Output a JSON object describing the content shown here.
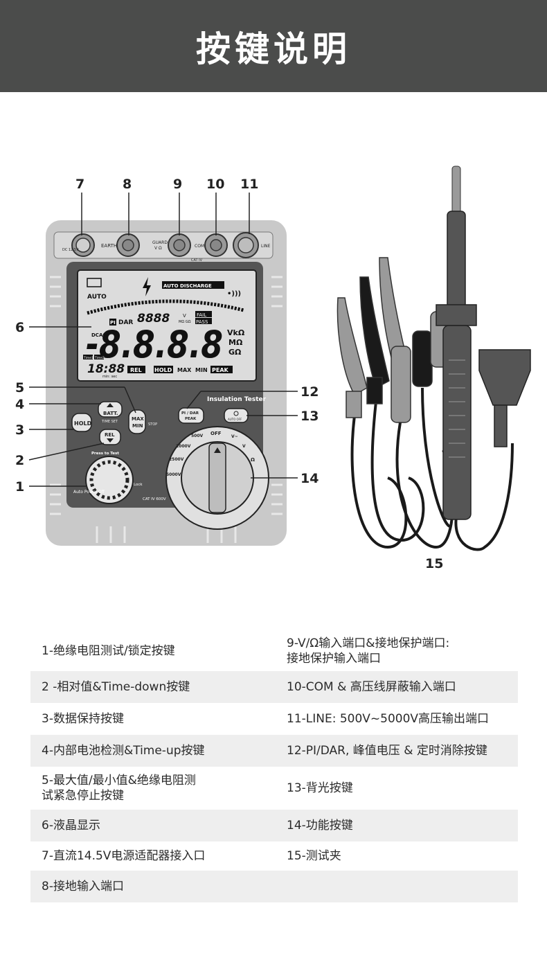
{
  "header": {
    "title": "按键说明"
  },
  "device": {
    "callout_numbers": [
      "1",
      "2",
      "3",
      "4",
      "5",
      "6",
      "7",
      "8",
      "9",
      "10",
      "11",
      "12",
      "13",
      "14",
      "15"
    ],
    "terminals": {
      "dc_label": "DC 12.5V",
      "earth": "EARTH",
      "guard": "GUARD",
      "v_ohm": "V Ω",
      "com": "COM",
      "line": "LINE",
      "cat": "CAT IV",
      "cat_volt": "600V"
    },
    "lcd": {
      "auto": "AUTO",
      "auto_discharge": "AUTO DISCHARGE",
      "pi": "PI",
      "dar": "DAR",
      "small_digits": "8888",
      "small_unit": "V",
      "small_unit2": "MΩ GΩ",
      "fail": "FAIL",
      "pass": "PASS",
      "dc": "DC",
      "ac": "AC",
      "big_digits": "-8.8.8.8",
      "unit_vk": "VkΩ",
      "unit_m": "MΩ",
      "unit_g": "GΩ",
      "time1": "Time1",
      "time2": "Time2",
      "clock": "18:88",
      "clock_unit": "min: sec",
      "rel": "REL",
      "hold": "HOLD",
      "max": "MAX",
      "min": "MIN",
      "peak": "PEAK"
    },
    "buttons": {
      "batt": "BATT.",
      "time_set": "TIME SET",
      "hold": "HOLD",
      "rel": "REL",
      "max": "MAX",
      "min": "MIN",
      "stop": "STOP",
      "pi_dar": "PI / DAR",
      "peak": "PEAK",
      "auto_off": "AUTO OFF",
      "press_to_test": "Press to Test",
      "lock": "Lock",
      "auto_power_off": "Auto\nPower\nOff",
      "cat_iv": "CAT IV 600V"
    },
    "brand_label": "Insulation Tester",
    "dial": {
      "off": "OFF",
      "v500": "500V",
      "v1000": "1000V",
      "v2500": "2500V",
      "v5000": "5000V",
      "vac": "V~",
      "vdc": "V",
      "ohm": "Ω"
    }
  },
  "legend": {
    "rows": [
      {
        "left": "1-绝缘电阻测试/锁定按键",
        "right": "9-V/Ω输入端口&接地保护端口:\n  接地保护输入端口"
      },
      {
        "left": "2 -相对值&Time-down按键",
        "right": "10-COM & 高压线屏蔽输入端口"
      },
      {
        "left": "3-数据保持按键",
        "right": "11-LINE: 500V~5000V高压输出端口"
      },
      {
        "left": "4-内部电池检测&Time-up按键",
        "right": "12-PI/DAR, 峰值电压 & 定时消除按键"
      },
      {
        "left": "5-最大值/最小值&绝缘电阻测\n  试紧急停止按键",
        "right": "13-背光按键"
      },
      {
        "left": "6-液晶显示",
        "right": "14-功能按键"
      },
      {
        "left": "7-直流14.5V电源适配器接入口",
        "right": "15-测试夹"
      },
      {
        "left": "8-接地输入端口",
        "right": ""
      }
    ]
  },
  "colors": {
    "header_bg": "#4b4c4b",
    "body_light": "#c9c9c9",
    "body_dark": "#555555",
    "lcd_bg": "#dcdcdc",
    "row_shade": "#eeeeee"
  }
}
